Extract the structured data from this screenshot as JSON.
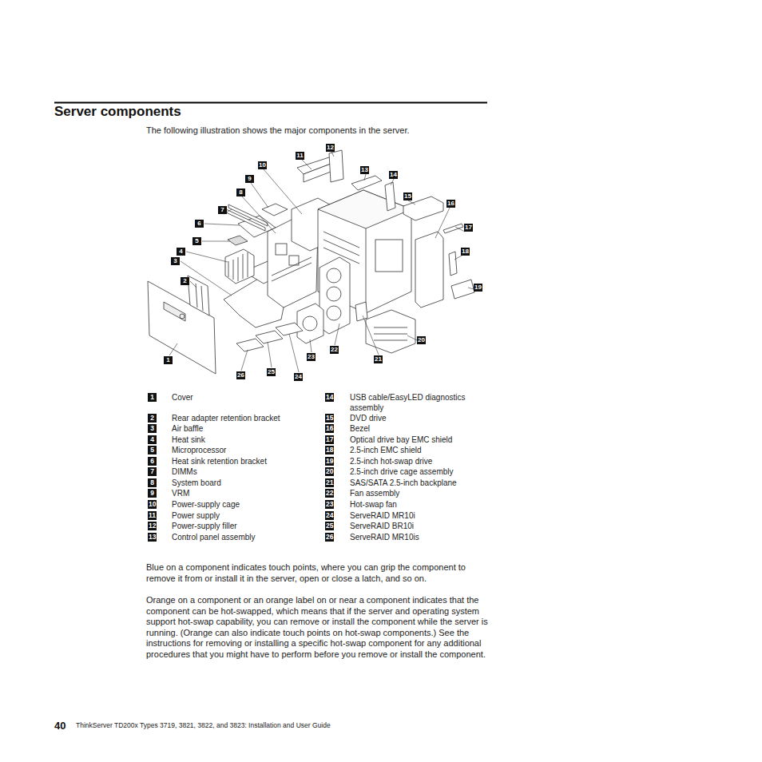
{
  "diagram": {
    "title": "Server components",
    "labels": [
      "The following illustration shows the major components in the server.",
      "1",
      "2",
      "3",
      "4",
      "5",
      "6",
      "7",
      "8",
      "9",
      "10",
      "11",
      "12",
      "13",
      "14",
      "15",
      "16",
      "17",
      "18",
      "19",
      "20",
      "21",
      "22",
      "23",
      "24",
      "25",
      "26",
      "1",
      "Cover",
      "2",
      "Rear adapter retention bracket",
      "3",
      "Air baffle",
      "4",
      "Heat sink",
      "5",
      "Microprocessor",
      "6",
      "Heat sink retention bracket",
      "7",
      "DIMMs",
      "8",
      "System board",
      "9",
      "VRM",
      "10",
      "Power-supply cage",
      "11",
      "Power supply",
      "12",
      "Power-supply filler",
      "13",
      "Control panel assembly",
      "14",
      "USB cable/EasyLED diagnostics assembly",
      "15",
      "DVD drive",
      "16",
      "Bezel",
      "17",
      "Optical drive bay EMC shield",
      "18",
      "2.5-inch EMC shield",
      "19",
      "2.5-inch hot-swap drive",
      "20",
      "2.5-inch drive cage assembly",
      "21",
      "SAS/SATA 2.5-inch backplane",
      "22",
      "Fan assembly",
      "23",
      "Hot-swap fan",
      "24",
      "ServeRAID MR10i",
      "25",
      "ServeRAID BR10i",
      "26",
      "ServeRAID MR10is",
      "Blue on a component indicates touch points, where you can grip the component to remove it from or install it in the server, open or close a latch, and so on.",
      "Orange on a component or an orange label on or near a component indicates that the component can be hot-swapped, which means that if the server and operating system support hot-swap capability, you can remove or install the component while the server is running. (Orange can also indicate touch points on hot-swap components.) See the instructions for removing or installing a specific hot-swap component for any additional procedures that you might have to perform before you remove or install the component.",
      "40",
      "ThinkServer TD200x Types 3719, 3821, 3822, and 3823: Installation and User Guide"
    ]
  }
}
